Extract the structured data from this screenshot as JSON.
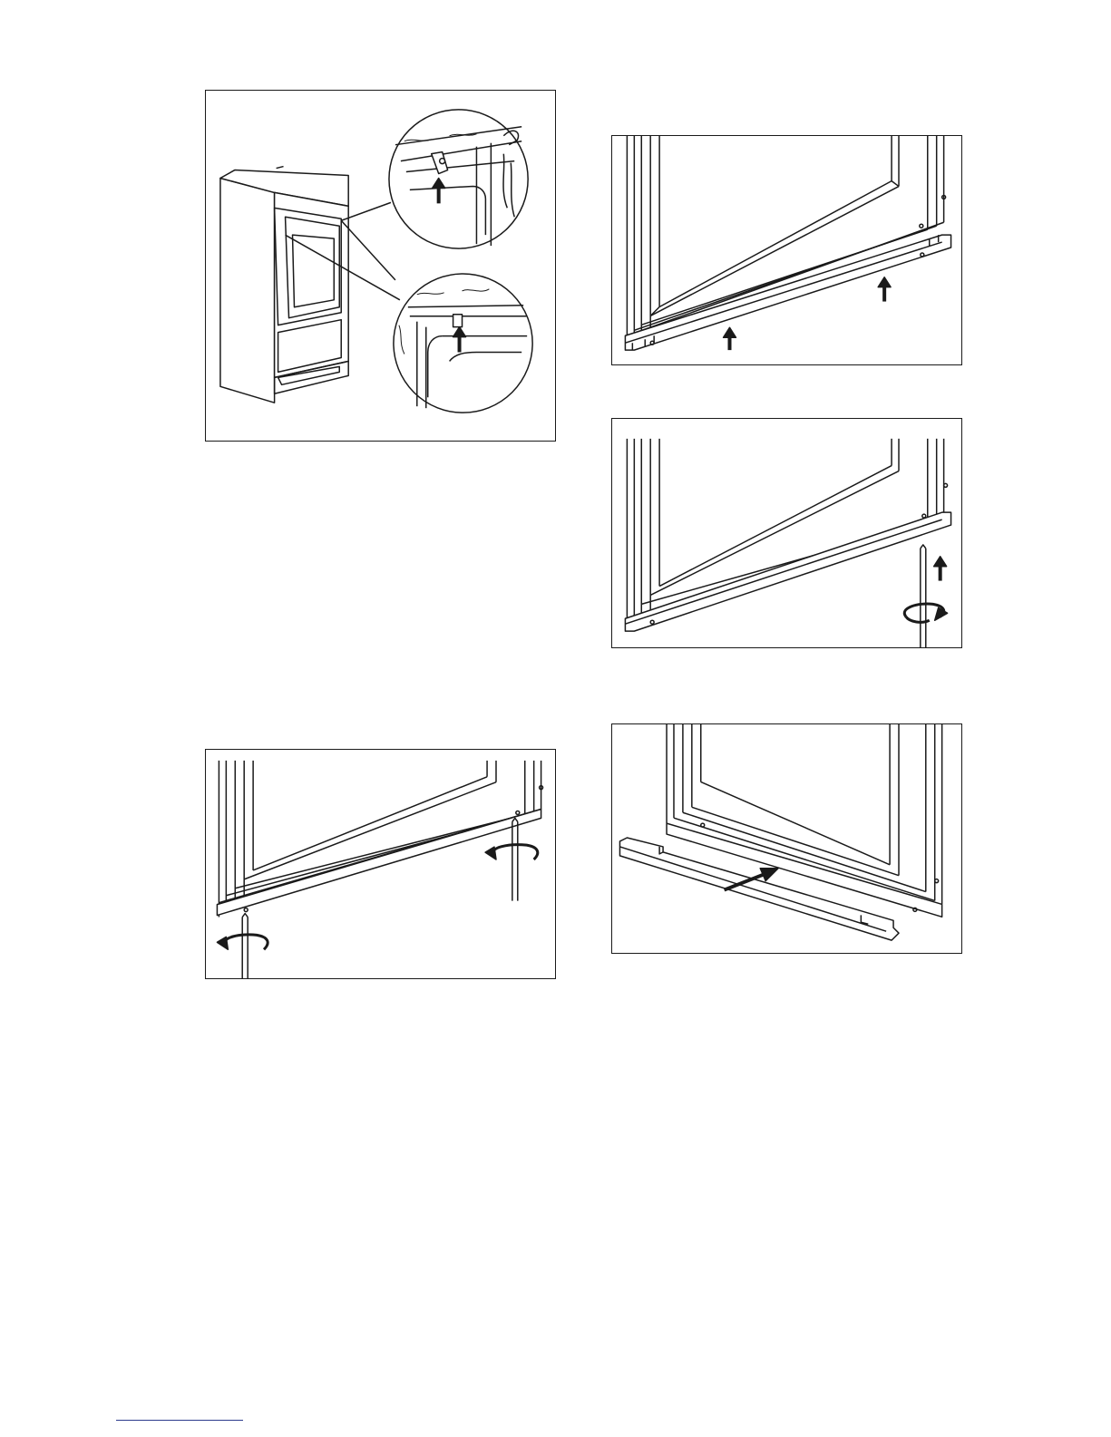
{
  "page": {
    "illustrations": [
      {
        "id": "fig-cabinet-brackets",
        "icon": "cabinet-with-detail-callouts"
      },
      {
        "id": "fig-hinge-strip-arrows",
        "icon": "door-strip-insert"
      },
      {
        "id": "fig-screwdriver-tighten",
        "icon": "screwdriver-tighten"
      },
      {
        "id": "fig-screwdriver-two",
        "icon": "two-screwdrivers"
      },
      {
        "id": "fig-cover-slide",
        "icon": "cover-strip-slide"
      }
    ],
    "colors": {
      "line": "#1a1a1a",
      "footer_rule": "#2b3a8c"
    }
  }
}
